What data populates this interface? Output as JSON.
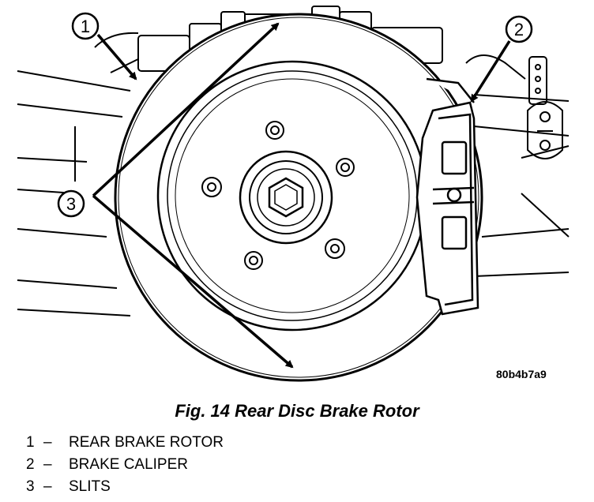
{
  "figure": {
    "reference_id": "80b4b7a9",
    "callouts": [
      {
        "number": "1"
      },
      {
        "number": "2"
      },
      {
        "number": "3"
      }
    ]
  },
  "caption": "Fig. 14 Rear Disc Brake Rotor",
  "legend": [
    {
      "number": "1",
      "dash": "–",
      "label": "REAR BRAKE ROTOR"
    },
    {
      "number": "2",
      "dash": "–",
      "label": "BRAKE CALIPER"
    },
    {
      "number": "3",
      "dash": "–",
      "label": "SLITS"
    }
  ]
}
